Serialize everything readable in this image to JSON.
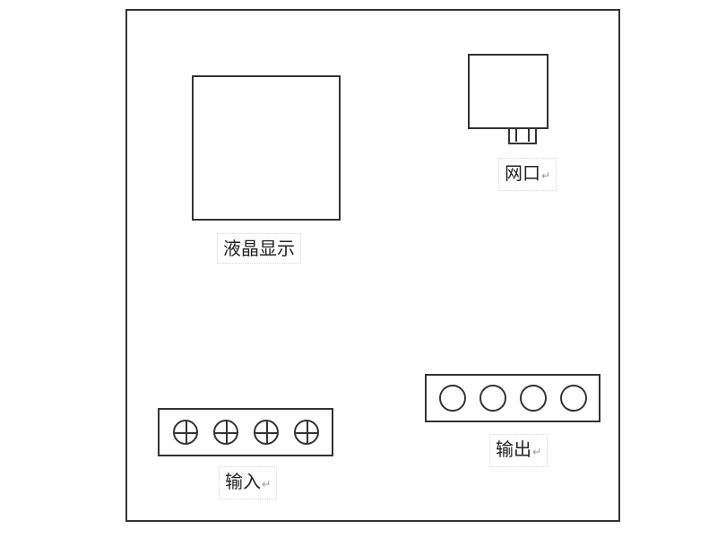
{
  "lcd": {
    "label": "液晶显示"
  },
  "network_port": {
    "label": "网口",
    "return_mark": "↵"
  },
  "input": {
    "label": "输入",
    "return_mark": "↵",
    "screw_count": 4
  },
  "output": {
    "label": "输出",
    "return_mark": "↵",
    "socket_count": 4
  }
}
